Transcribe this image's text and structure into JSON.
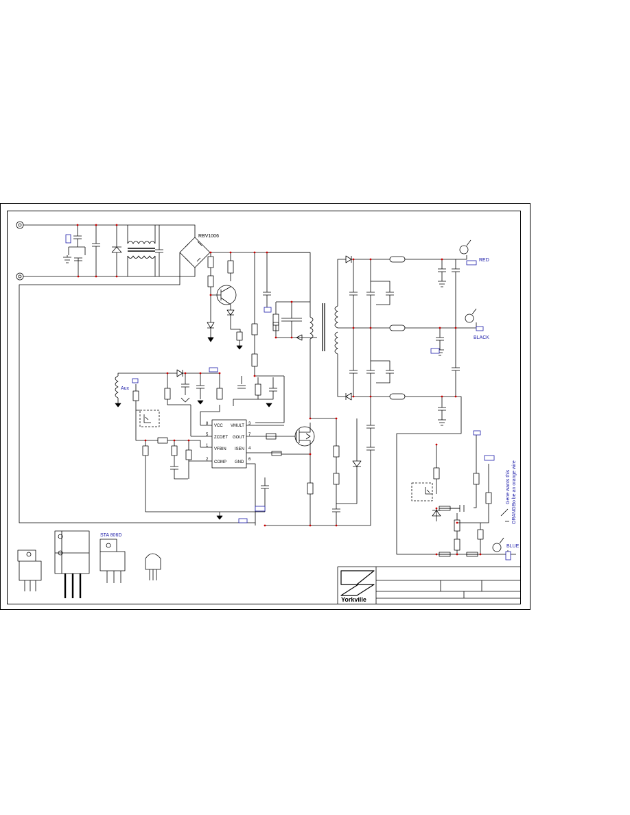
{
  "labels": {
    "bridge": "RBV1006",
    "aux": "Aux",
    "regulator": "STA 806D",
    "red": "RED",
    "black": "BLACK",
    "blue": "BLUE",
    "orange": "ORANGE",
    "note_line1": "Gene wants this",
    "note_line2": "to be an orange wire"
  },
  "ic_pins": {
    "left": [
      {
        "num": "8",
        "name": "VCC"
      },
      {
        "num": "5",
        "name": "ZCDET"
      },
      {
        "num": "1",
        "name": "VFBIN"
      },
      {
        "num": "2",
        "name": "COMP"
      }
    ],
    "right": [
      {
        "num": "3",
        "name": "VMULT"
      },
      {
        "num": "7",
        "name": "GOUT"
      },
      {
        "num": "4",
        "name": "ISEN"
      },
      {
        "num": "6",
        "name": "GND"
      }
    ]
  },
  "title_block": {
    "logo_text": "Yorkville"
  },
  "colors": {
    "line": "#000000",
    "label": "#1a1aa8",
    "junction": "#cc0000"
  }
}
